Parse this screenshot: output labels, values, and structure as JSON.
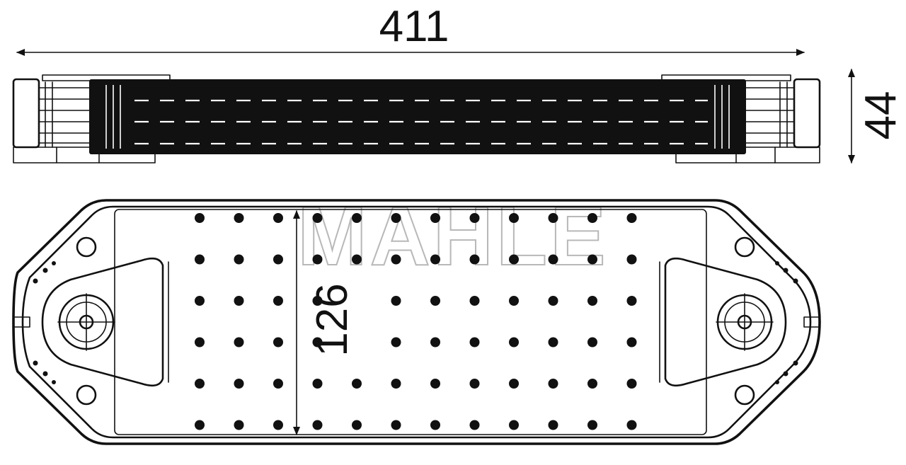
{
  "dimensions": {
    "length": "411",
    "height": "44",
    "width": "126"
  },
  "watermark": "MAHLE",
  "colors": {
    "line": "#111111",
    "background": "#ffffff",
    "watermark": "#b8b8b8"
  },
  "dot_grid": {
    "rows": 6,
    "columns": 12
  }
}
